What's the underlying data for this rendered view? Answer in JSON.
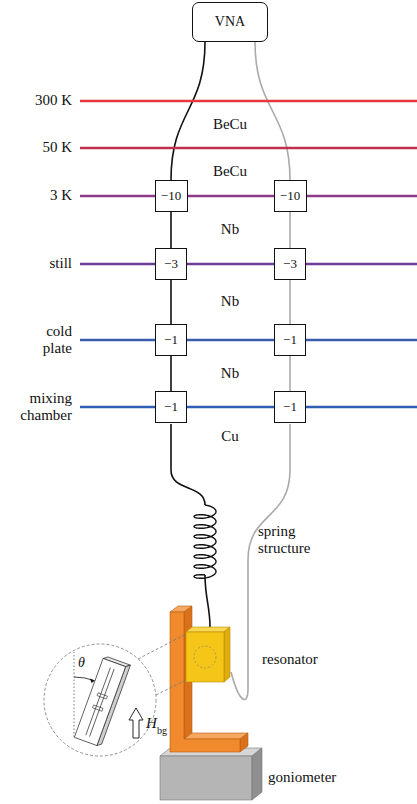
{
  "diagram": {
    "nodes": [
      {
        "text": [
          "VNA"
        ]
      },
      {
        "text": [
          "−10"
        ]
      },
      {
        "text": [
          "−10"
        ]
      },
      {
        "text": [
          "−3"
        ]
      },
      {
        "text": [
          "−3"
        ]
      },
      {
        "text": [
          "−1"
        ]
      },
      {
        "text": [
          "−1"
        ]
      },
      {
        "text": [
          "−1"
        ]
      },
      {
        "text": [
          "−1"
        ]
      }
    ],
    "edges": [
      {
        "from": 0,
        "to": 1,
        "arrow": "none"
      },
      {
        "from": 0,
        "to": 2,
        "arrow": "none"
      },
      {
        "from": 1,
        "to": 3,
        "arrow": "none"
      },
      {
        "from": 2,
        "to": 4,
        "arrow": "none"
      },
      {
        "from": 3,
        "to": 5,
        "arrow": "none"
      },
      {
        "from": 4,
        "to": 6,
        "arrow": "none"
      },
      {
        "from": 5,
        "to": 7,
        "arrow": "none"
      },
      {
        "from": 6,
        "to": 8,
        "arrow": "none"
      }
    ],
    "labels": [
      "300 K",
      "BeCu",
      "50 K",
      "BeCu",
      "3 K",
      "Nb",
      "still",
      "Nb",
      "cold plate",
      "Nb",
      "mixing chamber",
      "Cu",
      "spring structure",
      "θ",
      "H",
      "bg",
      "resonator",
      "goniometer"
    ]
  }
}
